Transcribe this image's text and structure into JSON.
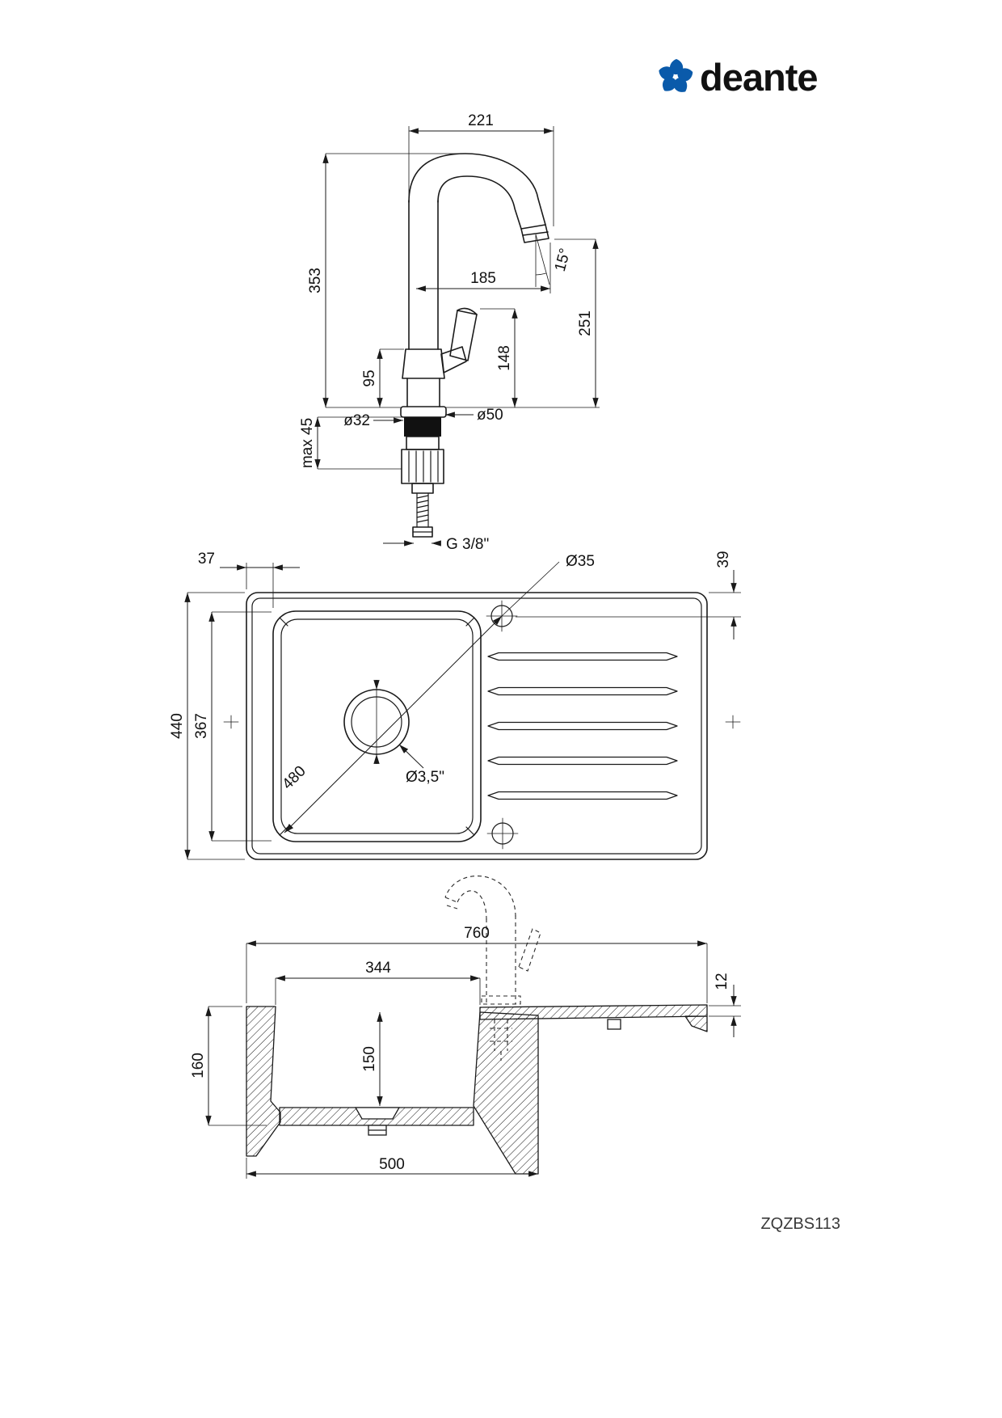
{
  "brand": {
    "name": "deante",
    "color": "#0a5aaa"
  },
  "product_code": "ZQZBS113",
  "dimensions": {
    "faucet": {
      "spout_width": "221",
      "total_height": "353",
      "spout_reach": "185",
      "spout_angle": "15°",
      "outlet_height": "251",
      "handle_height": "148",
      "body_height": "95",
      "body_diameter": "ø32",
      "base_diameter": "ø50",
      "max_mounting": "max 45",
      "connection_thread": "G 3/8\""
    },
    "top_view": {
      "rim_to_bowl": "37",
      "tap_hole_diameter": "Ø35",
      "edge_to_hole": "39",
      "width": "440",
      "bowl_inner_width": "367",
      "bowl_diagonal": "480",
      "drain_diameter": "Ø3,5\""
    },
    "section": {
      "length": "760",
      "bowl_length": "344",
      "rim_thickness": "12",
      "depth_outer": "160",
      "depth_inner": "150",
      "base_width": "500"
    }
  }
}
